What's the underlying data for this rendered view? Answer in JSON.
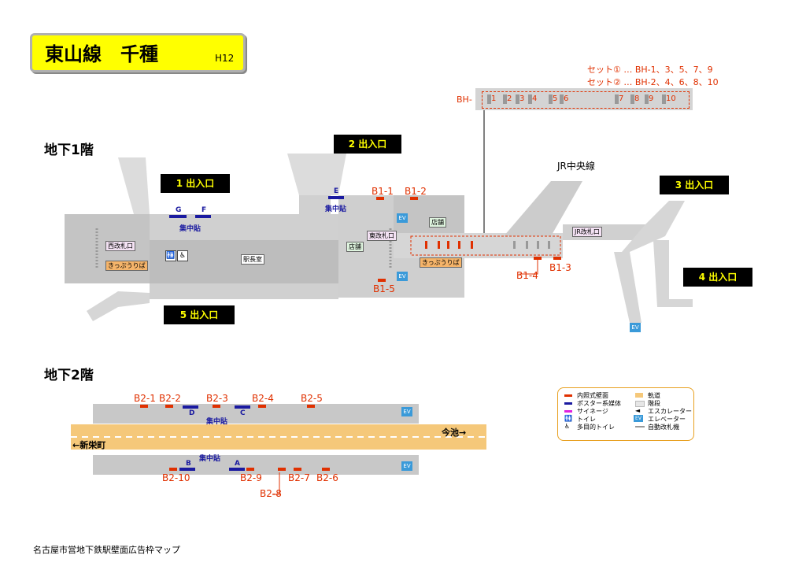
{
  "header": {
    "title": "東山線　千種",
    "code": "H12"
  },
  "sets": {
    "set1": "セット① … BH-1、3、5、7、9",
    "set2": "セット② … BH-2、4、6、8、10"
  },
  "bh_strip": {
    "prefix": "BH-",
    "numbers": [
      "1",
      "2",
      "3",
      "4",
      "5",
      "6",
      "7",
      "8",
      "9",
      "10"
    ]
  },
  "floors": {
    "b1": "地下1階",
    "b2": "地下2階"
  },
  "exits": {
    "e1": "1 出入口",
    "e2": "2 出入口",
    "e3": "3 出入口",
    "e4": "4 出入口",
    "e5": "5 出入口"
  },
  "b1_ads": {
    "b1_1": "B1-1",
    "b1_2": "B1-2",
    "b1_3": "B1-3",
    "b1_4": "B1-4",
    "b1_5": "B1-5"
  },
  "b1_posters": {
    "g": "G",
    "f": "F",
    "e": "E",
    "shuchu": "集中貼"
  },
  "b1_facilities": {
    "west_gate": "西改札口",
    "east_gate": "東改札口",
    "kippu_west": "きっぷうりば",
    "kippu_east": "きっぷうりば",
    "stationmaster": "駅長室",
    "shop1": "店舗",
    "shop2": "店舗",
    "jr_line": "JR中央線",
    "jr_gate": "JR改札口",
    "ev": "EV"
  },
  "b2": {
    "ads_top": [
      "B2-1",
      "B2-2",
      "B2-3",
      "B2-4",
      "B2-5"
    ],
    "ads_bottom": [
      "B2-10",
      "B2-9",
      "B2-8",
      "B2-7",
      "B2-6"
    ],
    "posters": {
      "a": "A",
      "b": "B",
      "c": "C",
      "d": "D",
      "shuchu": "集中貼"
    },
    "dir_left": "←新栄町",
    "dir_right": "今池→",
    "ev": "EV"
  },
  "legend": {
    "inner": "内照式壁面",
    "poster": "ポスター系媒体",
    "signage": "サイネージ",
    "toilet": "トイレ",
    "multi_toilet": "多目的トイレ",
    "track": "軌道",
    "stairs": "階段",
    "escalator": "エスカレーター",
    "elevator": "エレベーター",
    "gate": "自動改札機",
    "ev": "EV"
  },
  "colors": {
    "ad_red": "#e03000",
    "poster_blue": "#1a1aa0",
    "signage_magenta": "#e020e0",
    "floor_gray": "#c8c8c8",
    "track_yellow": "#f5c87a",
    "title_yellow": "#ffff00"
  },
  "footer": "名古屋市営地下鉄駅壁面広告枠マップ"
}
